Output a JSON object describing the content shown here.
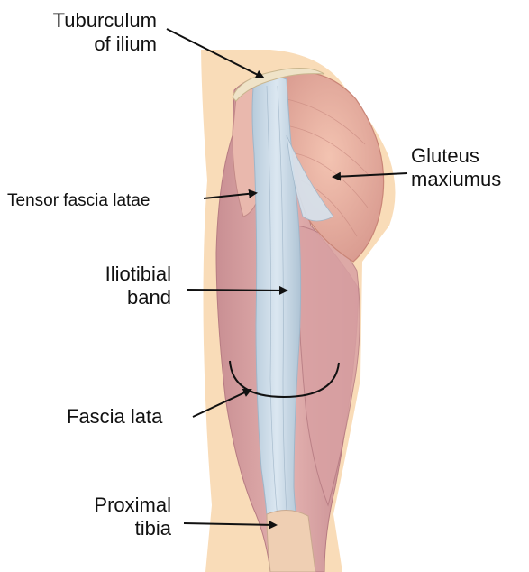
{
  "labels": {
    "tuberculum": {
      "line1": "Tuburculum",
      "line2": "of ilium"
    },
    "gluteus": {
      "line1": "Gluteus",
      "line2": "maxiumus"
    },
    "tensor": {
      "text": "Tensor fascia latae"
    },
    "iliotibial": {
      "line1": "Iliotibial",
      "line2": "band"
    },
    "fascia_lata": {
      "text": "Fascia lata"
    },
    "proximal_tibia": {
      "line1": "Proximal",
      "line2": "tibia"
    }
  },
  "colors": {
    "skin": "#f9dcb8",
    "muscle": "#e2aaa8",
    "gluteus": "#efb3a0",
    "band": "#c9dbe8",
    "arrow": "#111111"
  }
}
